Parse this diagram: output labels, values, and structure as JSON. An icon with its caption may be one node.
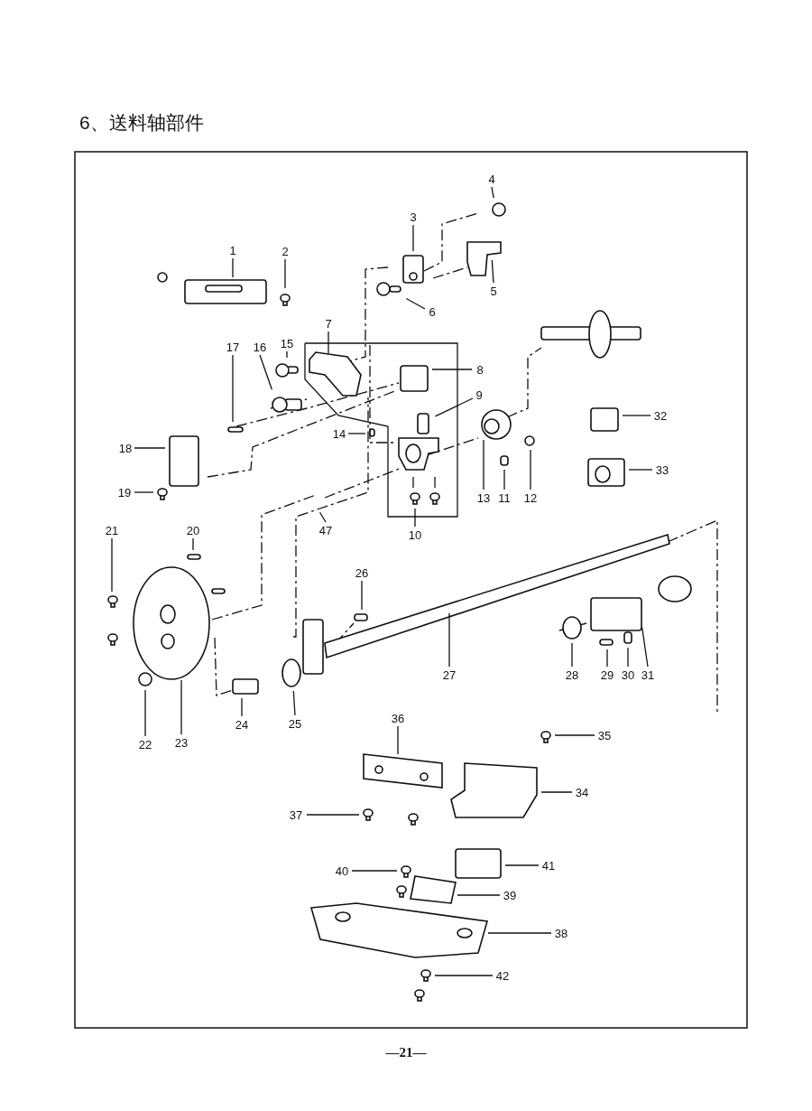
{
  "diagram": {
    "title": "6、送料轴部件",
    "nodes": [
      {
        "text": [
          "1"
        ]
      },
      {
        "text": [
          "2"
        ]
      },
      {
        "text": [
          "3"
        ]
      },
      {
        "text": [
          "4"
        ]
      },
      {
        "text": [
          "5"
        ]
      },
      {
        "text": [
          "6"
        ]
      },
      {
        "text": [
          "7"
        ]
      },
      {
        "text": [
          "8"
        ]
      },
      {
        "text": [
          "9"
        ]
      },
      {
        "text": [
          "10"
        ]
      },
      {
        "text": [
          "11"
        ]
      },
      {
        "text": [
          "12"
        ]
      },
      {
        "text": [
          "13"
        ]
      },
      {
        "text": [
          "14"
        ]
      },
      {
        "text": [
          "15"
        ]
      },
      {
        "text": [
          "16"
        ]
      },
      {
        "text": [
          "17"
        ]
      },
      {
        "text": [
          "18"
        ]
      },
      {
        "text": [
          "19"
        ]
      },
      {
        "text": [
          "20"
        ]
      },
      {
        "text": [
          "21"
        ]
      },
      {
        "text": [
          "22"
        ]
      },
      {
        "text": [
          "23"
        ]
      },
      {
        "text": [
          "24"
        ]
      },
      {
        "text": [
          "25"
        ]
      },
      {
        "text": [
          "26"
        ]
      },
      {
        "text": [
          "27"
        ]
      },
      {
        "text": [
          "28"
        ]
      },
      {
        "text": [
          "29"
        ]
      },
      {
        "text": [
          "30"
        ]
      },
      {
        "text": [
          "31"
        ]
      },
      {
        "text": [
          "32"
        ]
      },
      {
        "text": [
          "33"
        ]
      },
      {
        "text": [
          "34"
        ]
      },
      {
        "text": [
          "35"
        ]
      },
      {
        "text": [
          "36"
        ]
      },
      {
        "text": [
          "37"
        ]
      },
      {
        "text": [
          "38"
        ]
      },
      {
        "text": [
          "39"
        ]
      },
      {
        "text": [
          "40"
        ]
      },
      {
        "text": [
          "41"
        ]
      },
      {
        "text": [
          "42"
        ]
      },
      {
        "text": [
          "47"
        ]
      }
    ],
    "edges": [
      {
        "from": 0,
        "to": null,
        "arrow": "none"
      },
      {
        "from": 1,
        "to": null,
        "arrow": "none"
      },
      {
        "from": 2,
        "to": null,
        "arrow": "none"
      },
      {
        "from": 3,
        "to": null,
        "arrow": "none"
      },
      {
        "from": 4,
        "to": null,
        "arrow": "none"
      },
      {
        "from": 5,
        "to": null,
        "arrow": "none"
      },
      {
        "from": 6,
        "to": null,
        "arrow": "none"
      },
      {
        "from": 7,
        "to": null,
        "arrow": "none"
      },
      {
        "from": 8,
        "to": null,
        "arrow": "none"
      },
      {
        "from": 9,
        "to": null,
        "arrow": "none"
      },
      {
        "from": 10,
        "to": null,
        "arrow": "none"
      },
      {
        "from": 11,
        "to": null,
        "arrow": "none"
      },
      {
        "from": 12,
        "to": null,
        "arrow": "none"
      },
      {
        "from": 13,
        "to": null,
        "arrow": "none"
      },
      {
        "from": 14,
        "to": null,
        "arrow": "none"
      },
      {
        "from": 15,
        "to": null,
        "arrow": "none"
      },
      {
        "from": 16,
        "to": null,
        "arrow": "none"
      },
      {
        "from": 17,
        "to": null,
        "arrow": "none"
      },
      {
        "from": 18,
        "to": null,
        "arrow": "none"
      },
      {
        "from": 19,
        "to": null,
        "arrow": "none"
      },
      {
        "from": 20,
        "to": null,
        "arrow": "none"
      },
      {
        "from": 21,
        "to": null,
        "arrow": "none"
      },
      {
        "from": 22,
        "to": null,
        "arrow": "none"
      },
      {
        "from": 23,
        "to": null,
        "arrow": "none"
      },
      {
        "from": 24,
        "to": null,
        "arrow": "none"
      },
      {
        "from": 25,
        "to": null,
        "arrow": "none"
      },
      {
        "from": 26,
        "to": null,
        "arrow": "none"
      },
      {
        "from": 27,
        "to": null,
        "arrow": "none"
      },
      {
        "from": 28,
        "to": null,
        "arrow": "none"
      },
      {
        "from": 29,
        "to": null,
        "arrow": "none"
      },
      {
        "from": 30,
        "to": null,
        "arrow": "none"
      },
      {
        "from": 31,
        "to": null,
        "arrow": "none"
      },
      {
        "from": 32,
        "to": null,
        "arrow": "none"
      },
      {
        "from": 33,
        "to": null,
        "arrow": "none"
      },
      {
        "from": 34,
        "to": null,
        "arrow": "none"
      },
      {
        "from": 35,
        "to": null,
        "arrow": "none"
      },
      {
        "from": 36,
        "to": null,
        "arrow": "none"
      },
      {
        "from": 37,
        "to": null,
        "arrow": "none"
      },
      {
        "from": 38,
        "to": null,
        "arrow": "none"
      },
      {
        "from": 39,
        "to": null,
        "arrow": "none"
      },
      {
        "from": 40,
        "to": null,
        "arrow": "none"
      },
      {
        "from": 41,
        "to": null,
        "arrow": "none"
      },
      {
        "from": 42,
        "to": null,
        "arrow": "none"
      }
    ],
    "labels": [
      "—21—"
    ]
  }
}
